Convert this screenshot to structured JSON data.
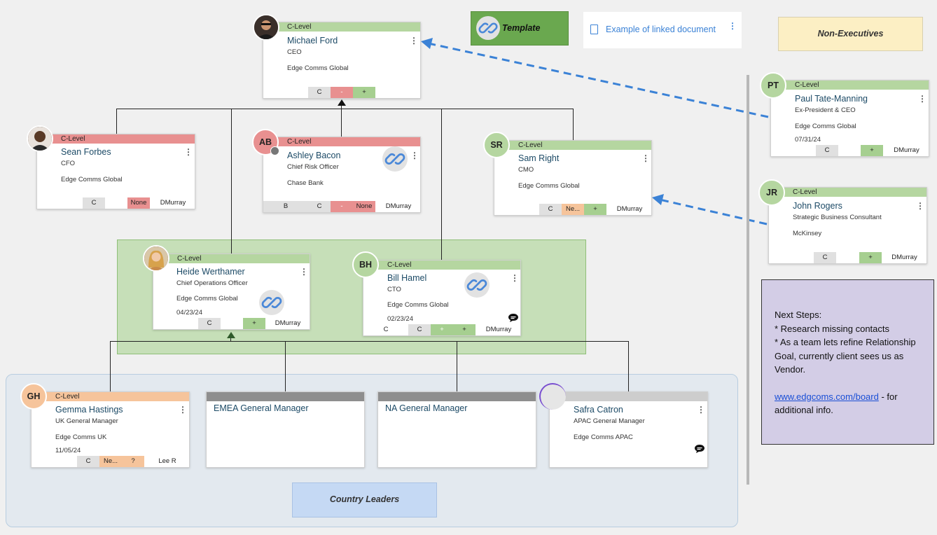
{
  "legend": {
    "template_label": "Template",
    "linked_doc_label": "Example of linked document",
    "non_exec_label": "Non-Executives",
    "country_leaders_label": "Country Leaders"
  },
  "notes": {
    "title": "Next Steps:",
    "line1": "* Research missing contacts",
    "line2": "* As a team lets refine Relationship Goal, currently client sees us as Vendor.",
    "link": "www.edgcoms.com/board",
    "link_suffix": " - for additional info."
  },
  "cards": {
    "ford": {
      "level": "C-Level",
      "name": "Michael Ford",
      "role": "CEO",
      "org": "Edge Comms Global",
      "f1": "C",
      "f2": "-",
      "f3": "+"
    },
    "forbes": {
      "level": "C-Level",
      "name": "Sean Forbes",
      "role": "CFO",
      "org": "Edge Comms Global",
      "f1": "C",
      "f2": "None",
      "f3": "DMurray"
    },
    "bacon": {
      "initials": "AB",
      "level": "C-Level",
      "name": "Ashley Bacon",
      "role": "Chief Risk Officer",
      "org": "Chase Bank",
      "f1": "B",
      "f2": "C",
      "f3": "-",
      "f4": "None",
      "f5": "DMurray"
    },
    "right": {
      "initials": "SR",
      "level": "C-Level",
      "name": "Sam Right",
      "role": "CMO",
      "org": "Edge Comms Global",
      "f1": "C",
      "f2": "Ne...",
      "f3": "+",
      "f4": "DMurray"
    },
    "werthamer": {
      "level": "C-Level",
      "name": "Heide Werthamer",
      "role": "Chief Operations Officer",
      "org": "Edge Comms Global",
      "date": "04/23/24",
      "f1": "C",
      "f2": "+",
      "f3": "DMurray"
    },
    "hamel": {
      "initials": "BH",
      "level": "C-Level",
      "name": "Bill Hamel",
      "role": "CTO",
      "org": "Edge Comms Global",
      "date": "02/23/24",
      "f1": "C",
      "f2": "C",
      "f3": "+",
      "f4": "+",
      "f5": "DMurray"
    },
    "tate": {
      "initials": "PT",
      "level": "C-Level",
      "name": "Paul Tate-Manning",
      "role": "Ex-President & CEO",
      "org": "Edge Comms Global",
      "date": "07/31/24",
      "f1": "C",
      "f2": "+",
      "f3": "DMurray"
    },
    "rogers": {
      "initials": "JR",
      "level": "C-Level",
      "name": "John Rogers",
      "role": "Strategic Business Consultant",
      "org": "McKinsey",
      "f1": "C",
      "f2": "+",
      "f3": "DMurray"
    },
    "hastings": {
      "initials": "GH",
      "level": "C-Level",
      "name": "Gemma Hastings",
      "role": "UK General Manager",
      "org": "Edge Comms UK",
      "date": "11/05/24",
      "f1": "C",
      "f2": "Ne...",
      "f3": "?",
      "f4": "Lee R"
    },
    "emea": {
      "name": "EMEA General Manager"
    },
    "na": {
      "name": "NA General Manager"
    },
    "catron": {
      "name": "Safra Catron",
      "role": "APAC General Manager",
      "org": "Edge Comms APAC"
    }
  },
  "colors": {
    "green": "#b5d6a0",
    "red": "#e89090",
    "orange": "#f6c49b",
    "link_blue": "#3b82d6"
  }
}
